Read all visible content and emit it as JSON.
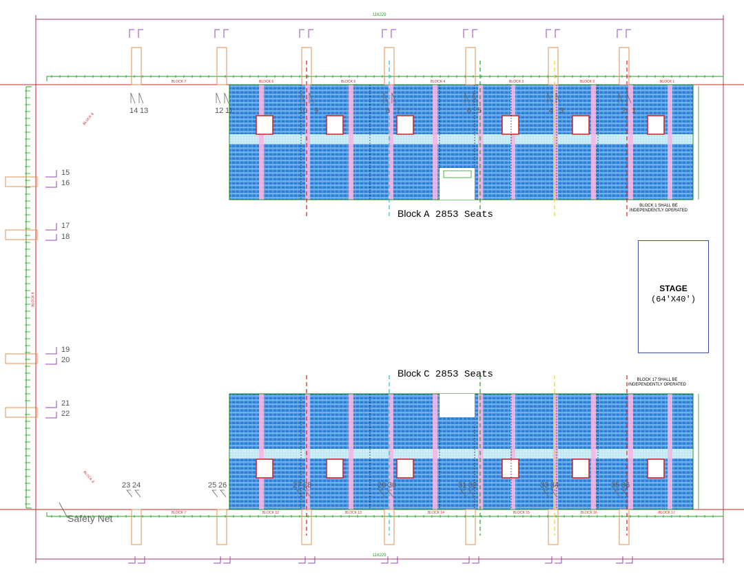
{
  "blocks": {
    "a": {
      "name": "Block",
      "rest": "A 2853 Seats"
    },
    "c": {
      "name": "Block",
      "rest": "C 2853 Seats"
    }
  },
  "stage": {
    "label": "STAGE",
    "size": "(64'X40')"
  },
  "notes": {
    "block1": [
      "BLOCK 1 SHALL BE",
      "INDEPENDENTLY OPERATED"
    ],
    "block17": [
      "BLOCK 17 SHALL BE",
      "INDEPENDENTLY OPERATED"
    ]
  },
  "safety_net": "Safety Net",
  "dimensions": {
    "width": "116229"
  },
  "gate_numbers": [
    "1",
    "2",
    "3",
    "4",
    "5",
    "6",
    "7",
    "8",
    "9",
    "10",
    "11",
    "12",
    "13",
    "14",
    "15",
    "16",
    "17",
    "18",
    "19",
    "20",
    "21",
    "22",
    "23",
    "24",
    "25",
    "26",
    "27",
    "28",
    "29",
    "30",
    "31",
    "32",
    "33",
    "34",
    "35",
    "36"
  ],
  "block_labels_top": [
    "BLOCK 7",
    "BLOCK 6",
    "BLOCK 5",
    "BLOCK 4",
    "BLOCK 3",
    "BLOCK 2",
    "BLOCK 1"
  ],
  "block_labels_bottom": [
    "BLOCK 7",
    "BLOCK 12",
    "BLOCK 13",
    "BLOCK 14",
    "BLOCK 15",
    "BLOCK 16",
    "BLOCK 17"
  ],
  "block_labels_side": [
    "BLOCK 8",
    "BLOCK 9",
    "BLOCK 8"
  ],
  "colors": {
    "seat_blue": "#3b8fe0",
    "aisle_pink": "#f3b8e6",
    "cross_aisle": "#bfe8f4",
    "outline_green": "#1aa31a",
    "outline_red": "#d42020",
    "gate_orange": "#e09050",
    "gate_purple": "#9a3fbf",
    "stage_blue": "#3b4fa8"
  }
}
